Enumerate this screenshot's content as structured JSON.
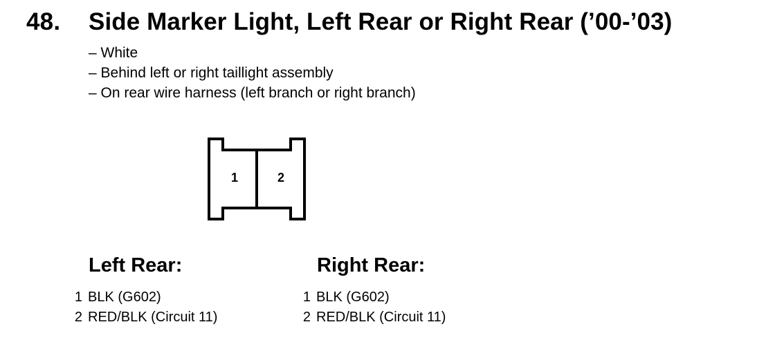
{
  "heading": {
    "number": "48.",
    "title": "Side Marker Light, Left Rear or Right Rear (’00-’03)"
  },
  "notes": [
    "– White",
    "– Behind left or right taillight assembly",
    "– On rear wire harness (left branch or right branch)"
  ],
  "connector": {
    "pins": [
      "1",
      "2"
    ]
  },
  "left_rear": {
    "title": "Left Rear:",
    "pins": [
      {
        "num": "1",
        "wire": "BLK (G602)"
      },
      {
        "num": "2",
        "wire": "RED/BLK (Circuit 11)"
      }
    ]
  },
  "right_rear": {
    "title": "Right Rear:",
    "pins": [
      {
        "num": "1",
        "wire": "BLK (G602)"
      },
      {
        "num": "2",
        "wire": "RED/BLK (Circuit 11)"
      }
    ]
  }
}
